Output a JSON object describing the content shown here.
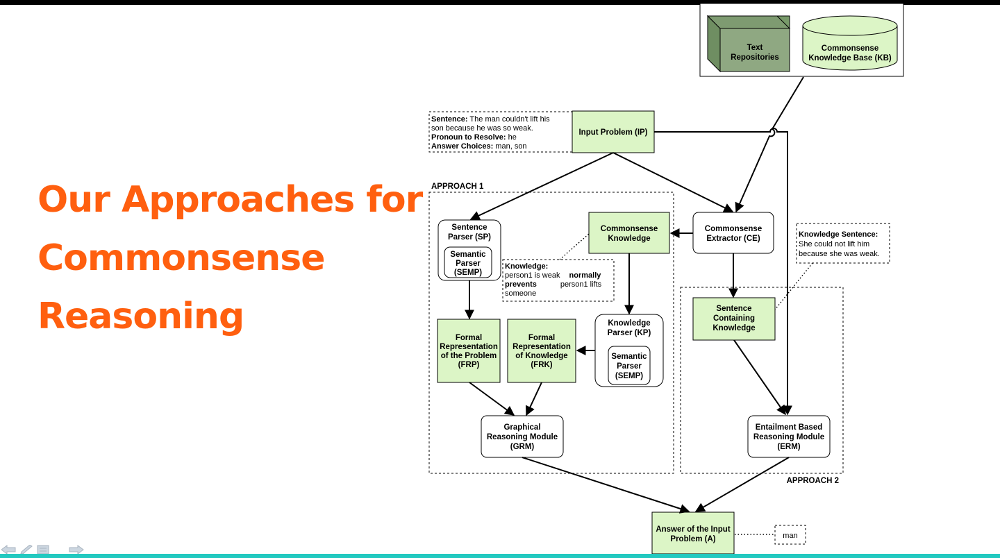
{
  "slide": {
    "title_lines": [
      "Our Approaches for",
      "Commonsense",
      "Reasoning"
    ]
  },
  "colors": {
    "title": "#ff5f0f",
    "node_green": "#dcf5c6",
    "repo_green": "#8fa882",
    "bottom_bar": "#22c9c0"
  },
  "diagram": {
    "sources": {
      "text_repositories": [
        "Text",
        "Repositories"
      ],
      "kb": [
        "Commonsense",
        "Knowledge Base (KB)"
      ]
    },
    "example": {
      "sentence_label": "Sentence:",
      "sentence_line1": " The man couldn't lift his",
      "sentence_line2": "son because he was so weak.",
      "pronoun_label": "Pronoun to Resolve:",
      "pronoun_value": " he",
      "choices_label": "Answer Choices:",
      "choices_value": " man, son"
    },
    "input_problem": "Input Problem (IP)",
    "approach1_label": "APPROACH 1",
    "approach2_label": "APPROACH 2",
    "sentence_parser": [
      "Sentence",
      "Parser (SP)"
    ],
    "semantic_parser": [
      "Semantic",
      "Parser",
      "(SEMP)"
    ],
    "commonsense_knowledge": [
      "Commonsense",
      "Knowledge"
    ],
    "commonsense_extractor": [
      "Commonsense",
      "Extractor (CE)"
    ],
    "knowledge_note": {
      "label": "Knowledge:",
      "line1": "person1 is weak ",
      "bold1": "normally",
      "bold2": "prevents",
      "line2b": "person1 lifts",
      "line3": "someone"
    },
    "knowledge_sentence_note": {
      "label": "Knowledge Sentence:",
      "line1": "She could not lift him",
      "line2": "because she was weak."
    },
    "frp": [
      "Formal",
      "Representation",
      "of the Problem",
      "(FRP)"
    ],
    "frk": [
      "Formal",
      "Representation",
      "of Knowledge",
      "(FRK)"
    ],
    "knowledge_parser": [
      "Knowledge",
      "Parser (KP)"
    ],
    "semantic_parser2": [
      "Semantic",
      "Parser",
      "(SEMP)"
    ],
    "sentence_containing": [
      "Sentence",
      "Containing",
      "Knowledge"
    ],
    "grm": [
      "Graphical",
      "Reasoning Module",
      "(GRM)"
    ],
    "erm": [
      "Entailment Based",
      "Reasoning Module",
      "(ERM)"
    ],
    "answer": [
      "Answer of the Input",
      "Problem (A)"
    ],
    "answer_value": "man"
  }
}
